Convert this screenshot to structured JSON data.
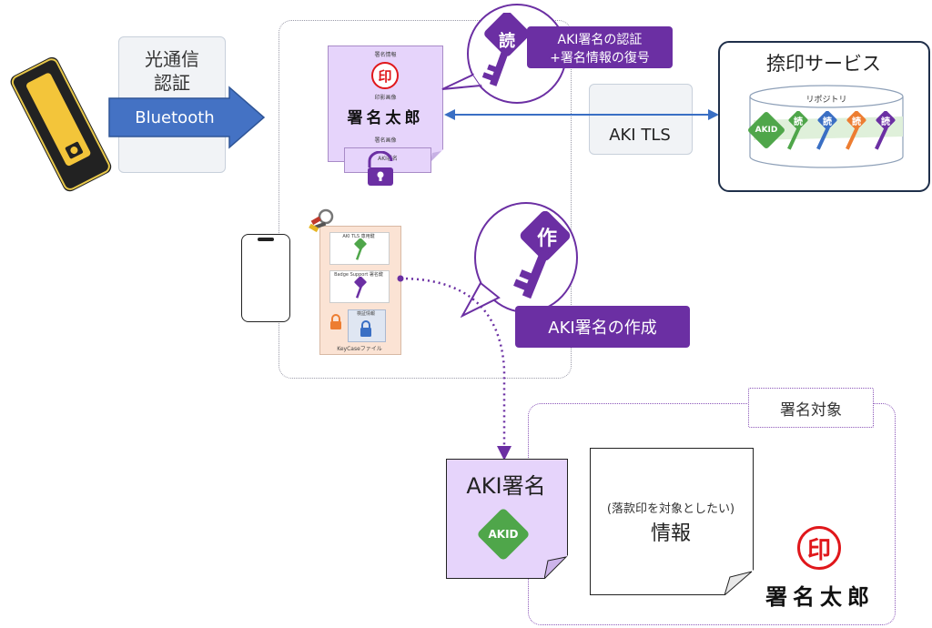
{
  "auth_box": {
    "line1": "光通信",
    "line2": "認証"
  },
  "bluetooth_label": "Bluetooth",
  "doc_sign_info": {
    "header": "署名情報",
    "seal_char": "印",
    "seal_image_label": "印影画像",
    "name": "署名太郎",
    "signature_image_label": "署名画像",
    "aki_sign_label": "AKI署名"
  },
  "read_key_char": "読",
  "auth_callout": {
    "line1": "AKI署名の認証",
    "line2": "+署名情報の復号"
  },
  "aki_tls_label": "AKI TLS",
  "service": {
    "title": "捺印サービス",
    "repository_label": "リポジトリ",
    "akid": "AKID",
    "read_char": "読"
  },
  "keycase": {
    "card1_label": "AKI TLS 専用鍵",
    "card2_label": "Badge Support 署名鍵",
    "card3_label": "検証情報",
    "footer": "KeyCaseファイル",
    "key_char": "作"
  },
  "create_key_char": "作",
  "create_label": "AKI署名の作成",
  "sign_target_label": "署名対象",
  "aki_sign_doc": {
    "title": "AKI署名",
    "badge": "AKID"
  },
  "info_doc": {
    "line1": "(落款印を対象としたい)",
    "line2": "情報"
  },
  "final_seal": {
    "seal_char": "印",
    "name": "署名太郎"
  },
  "colors": {
    "purple": "#6b2fa3",
    "blue": "#3a6fc4",
    "dark_blue": "#1f2f4a",
    "green": "#4fa64a",
    "orange": "#ed7d31",
    "red": "#e0171b"
  }
}
